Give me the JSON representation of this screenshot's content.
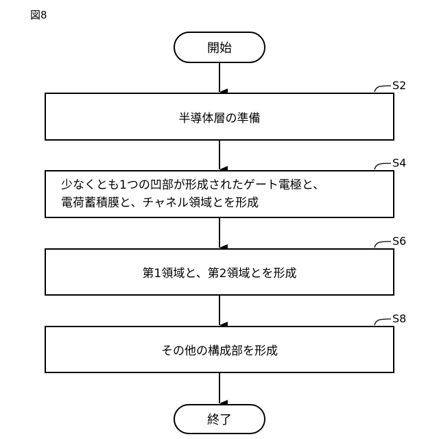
{
  "figure_label": "図8",
  "start": "開始",
  "end": "終了",
  "steps": [
    {
      "id": "S2",
      "lines": [
        "半導体層の準備"
      ]
    },
    {
      "id": "S4",
      "lines": [
        "少なくとも1つの凹部が形成されたゲート電極と、",
        "電荷蓄積膜と、チャネル領域とを形成"
      ]
    },
    {
      "id": "S6",
      "lines": [
        "第1領域と、第2領域とを形成"
      ]
    },
    {
      "id": "S8",
      "lines": [
        "その他の構成部を形成"
      ]
    }
  ]
}
